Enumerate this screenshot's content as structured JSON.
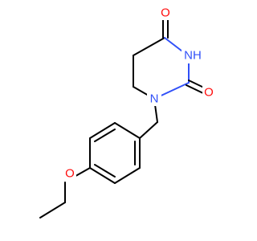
{
  "molecule": {
    "atoms": {
      "o_top": {
        "text": "O",
        "color": "#ff0d0d"
      },
      "o_right": {
        "text": "O",
        "color": "#ff0d0d"
      },
      "o_ether": {
        "text": "O",
        "color": "#ff0d0d"
      },
      "nh": {
        "text": "NH",
        "color": "#3050f8"
      },
      "n1": {
        "text": "N",
        "color": "#3050f8"
      }
    }
  }
}
